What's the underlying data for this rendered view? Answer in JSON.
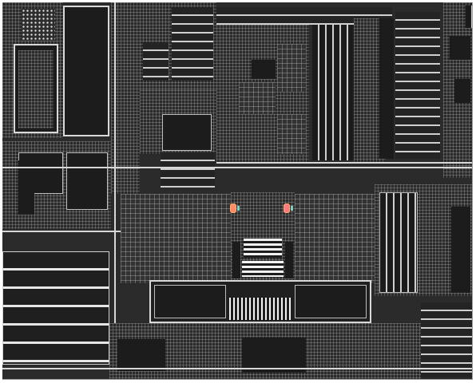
{
  "image": {
    "subject": "die-micrograph",
    "palette": {
      "background": "#2b2b2b",
      "metal_lines": "#d7d7d7",
      "memory_blocks": "#1c1c1c",
      "frame": "#ffffff",
      "marker_fill_left": "#ff8a6a",
      "marker_fill_right": "#ff7a7a",
      "marker_accent": "#7fd0c0"
    },
    "markers": [
      {
        "name": "probe-marker-left",
        "color": "#ff8a6a"
      },
      {
        "name": "probe-marker-right",
        "color": "#ff7a7a"
      }
    ]
  }
}
